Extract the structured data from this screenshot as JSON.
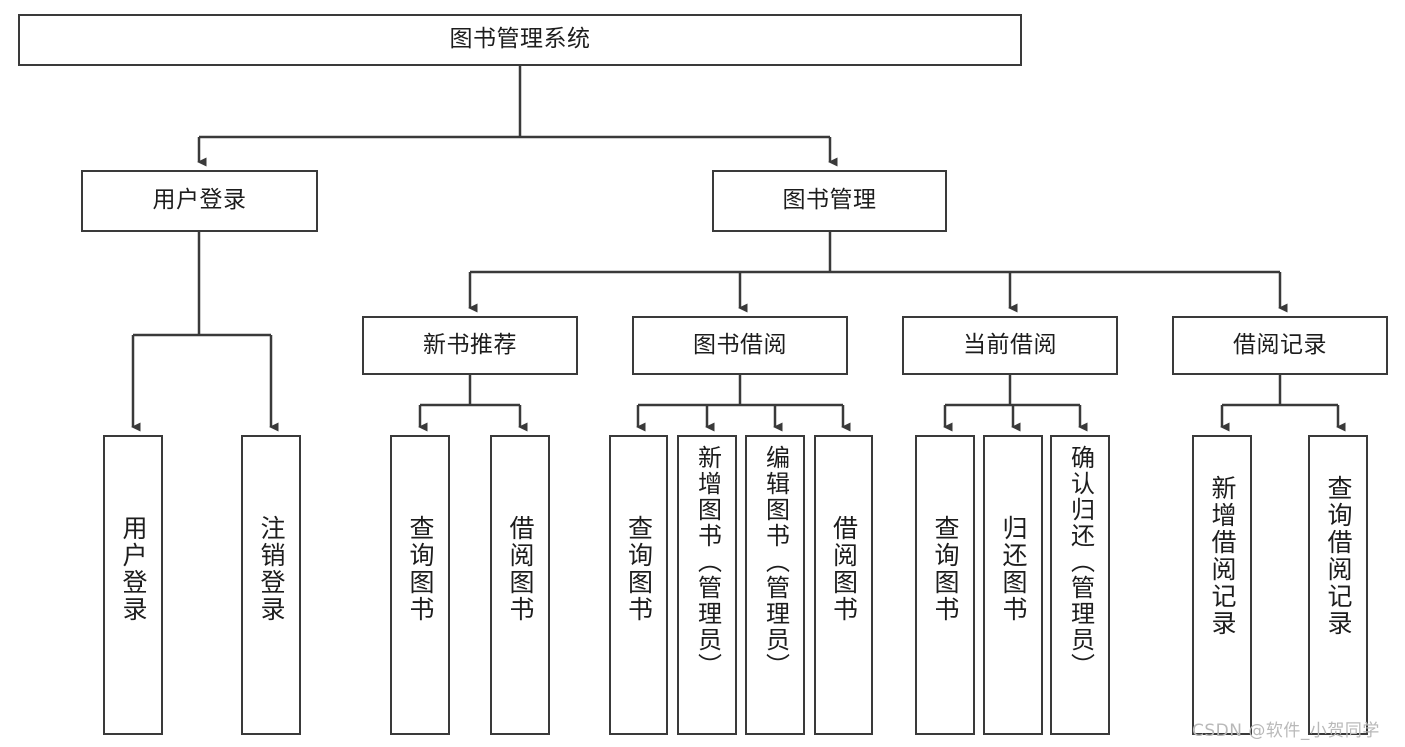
{
  "diagram": {
    "title": "图书管理系统",
    "type": "tree-hierarchy-diagram",
    "colors": {
      "stroke": "#3a3a3a",
      "fill": "#ffffff",
      "text": "#1d1d1d",
      "watermark": "#b9b9b9"
    },
    "root": {
      "label": "图书管理系统"
    },
    "level2": [
      {
        "label": "用户登录"
      },
      {
        "label": "图书管理"
      }
    ],
    "level3": [
      {
        "label": "新书推荐"
      },
      {
        "label": "图书借阅"
      },
      {
        "label": "当前借阅"
      },
      {
        "label": "借阅记录"
      }
    ],
    "leaves": {
      "user_login": [
        {
          "label": "用户登录"
        },
        {
          "label": "注销登录"
        }
      ],
      "new_book_recommend": [
        {
          "label": "查询图书"
        },
        {
          "label": "借阅图书"
        }
      ],
      "book_borrow": [
        {
          "label": "查询图书"
        },
        {
          "label": "新增图书（管理员）"
        },
        {
          "label": "编辑图书（管理员）"
        },
        {
          "label": "借阅图书"
        }
      ],
      "current_borrow": [
        {
          "label": "查询图书"
        },
        {
          "label": "归还图书"
        },
        {
          "label": "确认归还（管理员）"
        }
      ],
      "borrow_records": [
        {
          "label": "新增借阅记录"
        },
        {
          "label": "查询借阅记录"
        }
      ]
    },
    "watermark": "CSDN @软件_小贺同学"
  }
}
